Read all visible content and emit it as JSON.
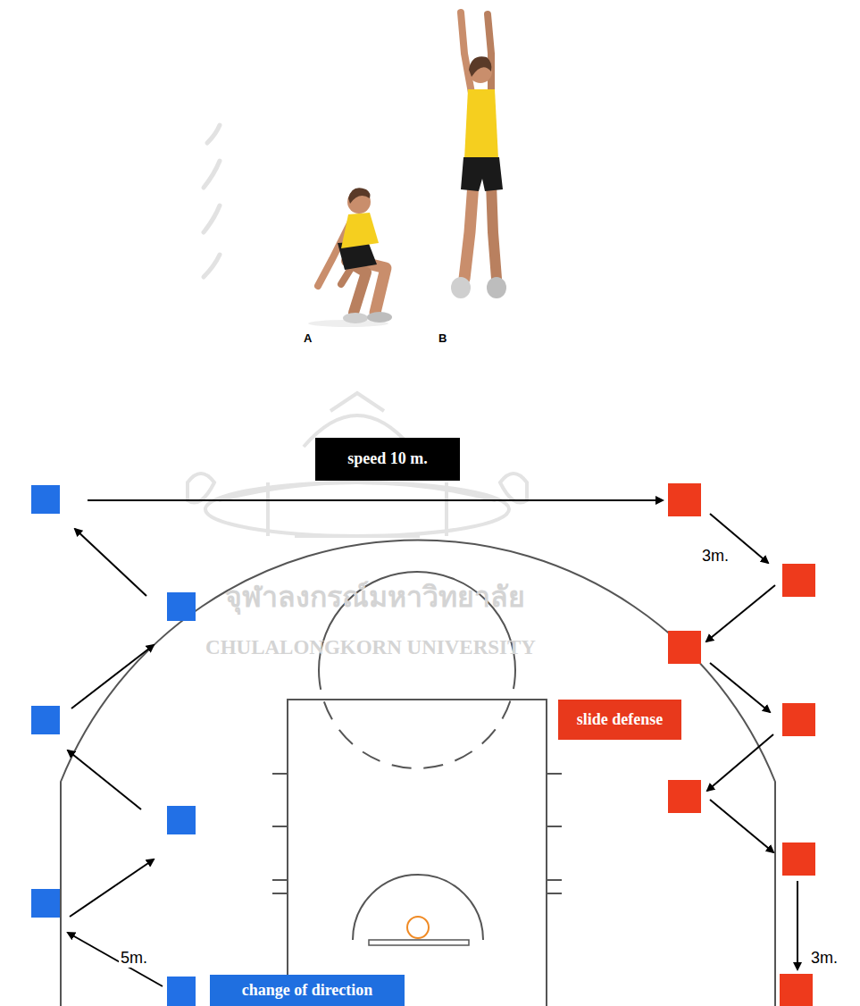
{
  "diagram": {
    "nodes": [
      {
        "text": [
          "speed 10 m."
        ]
      },
      {
        "text": [
          "slide defense"
        ]
      },
      {
        "text": [
          "change of direction"
        ]
      }
    ],
    "labels": [
      "A",
      "B",
      "จุฬาลงกรณ์มหาวิทยาลัย",
      "CHULALONGKORN UNIVERSITY",
      "3m.",
      "5m.",
      "3m."
    ]
  }
}
